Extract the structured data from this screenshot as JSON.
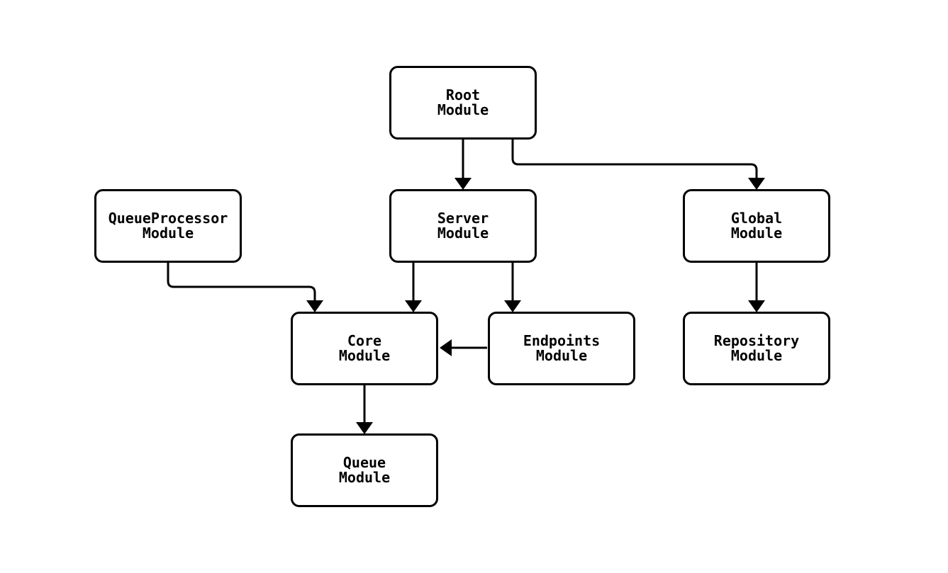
{
  "diagram": {
    "type": "flowchart",
    "background_color": "#ffffff",
    "node_border_color": "#000000",
    "node_fill_color": "#ffffff",
    "edge_color": "#000000",
    "text_color": "#000000",
    "nodes": [
      {
        "id": "root",
        "label": "Root\nModule"
      },
      {
        "id": "server",
        "label": "Server\nModule"
      },
      {
        "id": "queueprocessor",
        "label": "QueueProcessor\nModule"
      },
      {
        "id": "global",
        "label": "Global\nModule"
      },
      {
        "id": "core",
        "label": "Core\nModule"
      },
      {
        "id": "endpoints",
        "label": "Endpoints\nModule"
      },
      {
        "id": "repository",
        "label": "Repository\nModule"
      },
      {
        "id": "queue",
        "label": "Queue\nModule"
      }
    ],
    "edges": [
      {
        "from": "root",
        "to": "server"
      },
      {
        "from": "root",
        "to": "global"
      },
      {
        "from": "queueprocessor",
        "to": "core"
      },
      {
        "from": "server",
        "to": "core"
      },
      {
        "from": "server",
        "to": "endpoints"
      },
      {
        "from": "endpoints",
        "to": "core"
      },
      {
        "from": "global",
        "to": "repository"
      },
      {
        "from": "core",
        "to": "queue"
      }
    ]
  }
}
